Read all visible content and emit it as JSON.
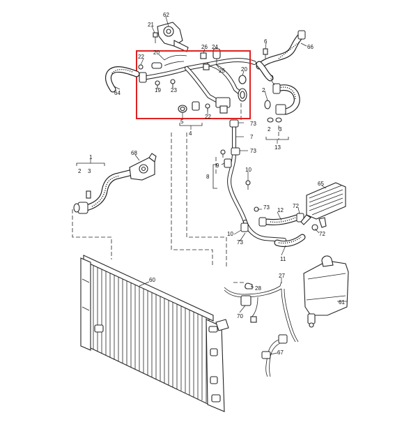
{
  "highlight_color": "#e02020",
  "callouts": {
    "c62": "62",
    "c21": "21",
    "c6": "6",
    "c66": "66",
    "c22a": "22",
    "c20a": "20",
    "c26": "26",
    "c24": "24",
    "c25": "25",
    "c20b": "20",
    "c19": "19",
    "c23": "23",
    "c64": "64",
    "c22b": "22",
    "c5": "5",
    "c4": "4",
    "c3a": "3",
    "c2a": "2",
    "c2b": "2",
    "c3b": "3",
    "c13": "13",
    "c73a": "73",
    "c7": "7",
    "c73b": "73",
    "c1": "1",
    "c2c": "2",
    "c3c": "3",
    "c68": "68",
    "c9": "9",
    "c10a": "10",
    "c8": "8",
    "c65": "65",
    "c73c": "73",
    "c12": "12",
    "c72a": "72",
    "c72b": "72",
    "c10b": "10",
    "c73d": "73",
    "c11": "11",
    "c60": "60",
    "c28": "28",
    "c27": "27",
    "c61": "61",
    "c70": "70",
    "c67": "67"
  }
}
